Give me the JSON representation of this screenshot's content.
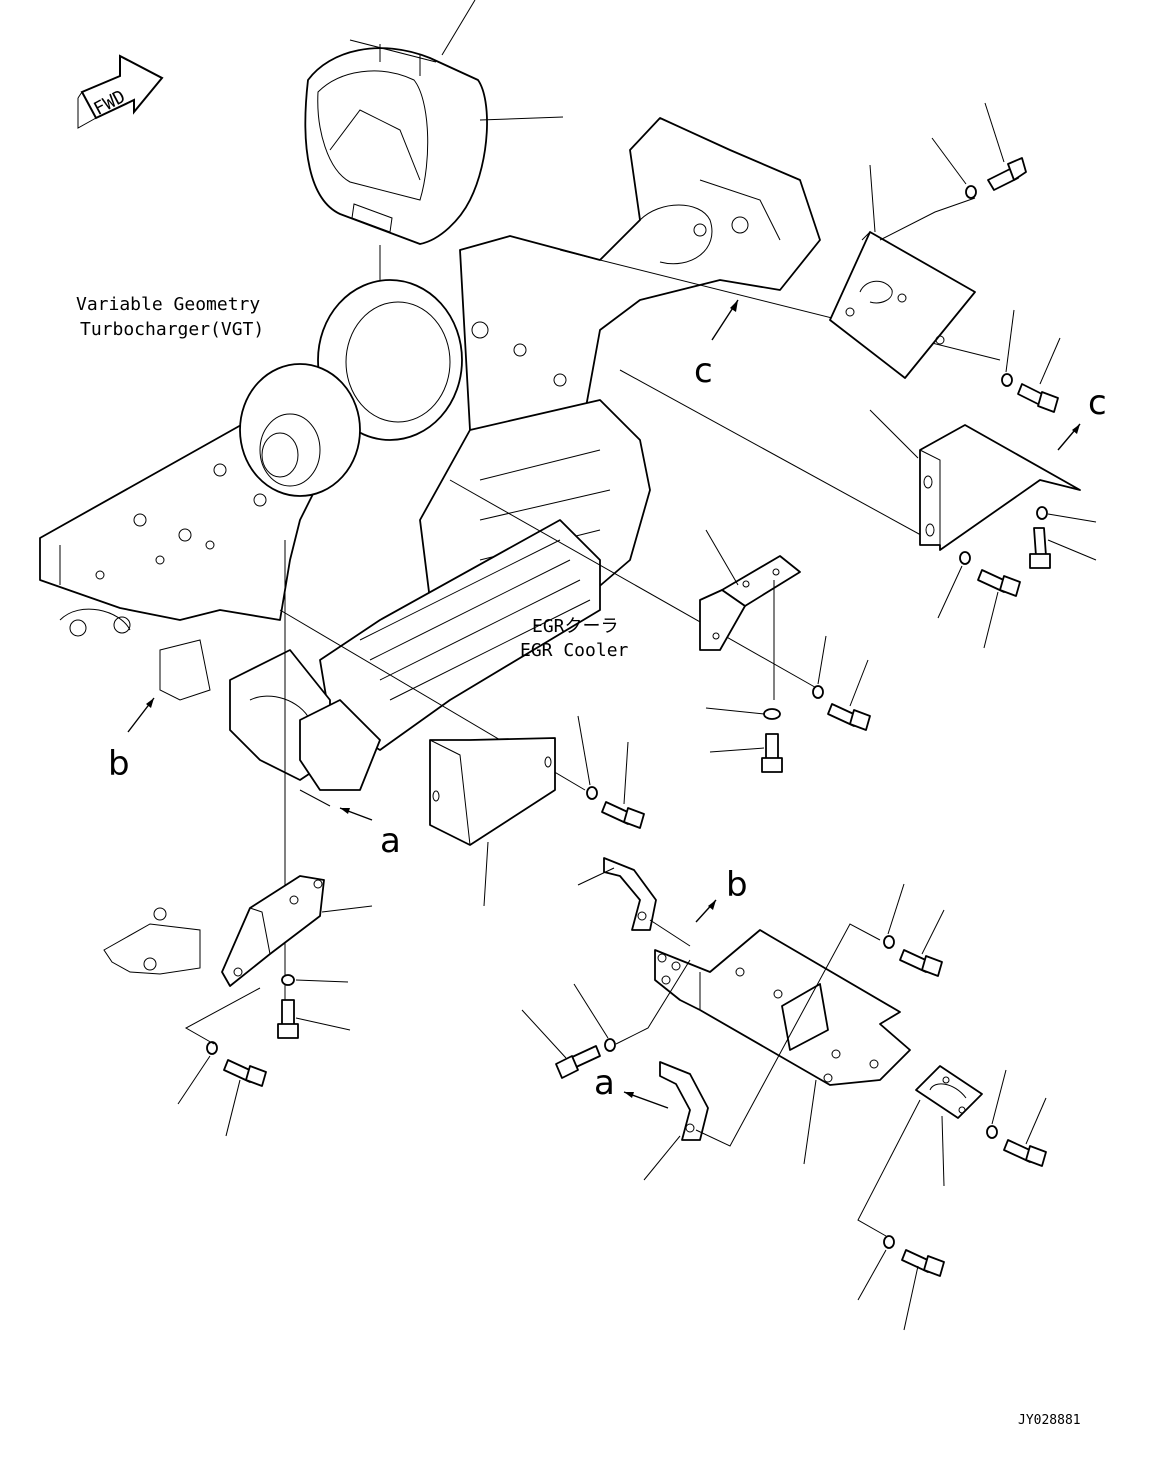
{
  "labels": {
    "fwd": "FWD",
    "vgt_line1": "Variable Geometry",
    "vgt_line2": "Turbocharger(VGT)",
    "egr_jp": "EGRクーラ",
    "egr_en": "EGR Cooler",
    "ref_a": "a",
    "ref_b": "b",
    "ref_c": "c",
    "drawing_no": "JY028881"
  }
}
